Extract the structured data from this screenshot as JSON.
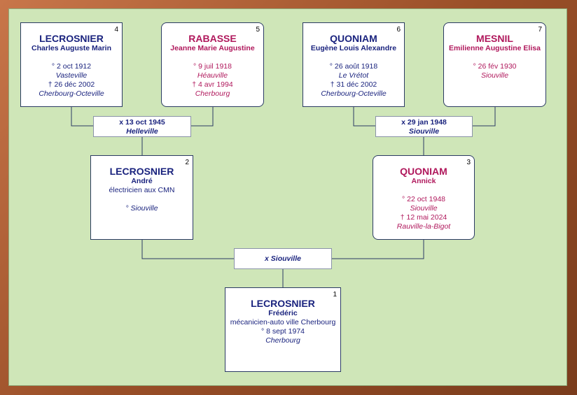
{
  "persons": {
    "p4": {
      "num": "4",
      "surname": "LECROSNIER",
      "given": "Charles Auguste Marin",
      "birth": "° 2 oct 1912",
      "birth_place": "Vasteville",
      "death": "† 26 déc 2002",
      "death_place": "Cherbourg-Octeville"
    },
    "p5": {
      "num": "5",
      "surname": "RABASSE",
      "given": "Jeanne Marie Augustine",
      "birth": "° 9 juil 1918",
      "birth_place": "Héauville",
      "death": "† 4 avr 1994",
      "death_place": "Cherbourg"
    },
    "p6": {
      "num": "6",
      "surname": "QUONIAM",
      "given": "Eugène Louis Alexandre",
      "birth": "° 26 août 1918",
      "birth_place": "Le Vrétot",
      "death": "† 31 déc 2002",
      "death_place": "Cherbourg-Octeville"
    },
    "p7": {
      "num": "7",
      "surname": "MESNIL",
      "given": "Emilienne Augustine Elisa",
      "birth": "° 26 fév 1930",
      "birth_place": "Siouville"
    },
    "p2": {
      "num": "2",
      "surname": "LECROSNIER",
      "given": "André",
      "occupation": "électricien aux CMN",
      "birth": "° Siouville"
    },
    "p3": {
      "num": "3",
      "surname": "QUONIAM",
      "given": "Annick",
      "birth": "° 22 oct 1948",
      "birth_place": "Siouville",
      "death": "† 12 mai 2024",
      "death_place": "Rauville-la-Bigot"
    },
    "p1": {
      "num": "1",
      "surname": "LECROSNIER",
      "given": "Frédéric",
      "occupation": "mécanicien-auto ville Cherbourg",
      "birth": "° 8 sept 1974",
      "birth_place": "Cherbourg"
    }
  },
  "unions": {
    "u45": {
      "date": "x 13 oct 1945",
      "place": "Helleville"
    },
    "u67": {
      "date": "x 29 jan 1948",
      "place": "Siouville"
    },
    "u23": {
      "date": "",
      "place": "x Siouville"
    }
  }
}
